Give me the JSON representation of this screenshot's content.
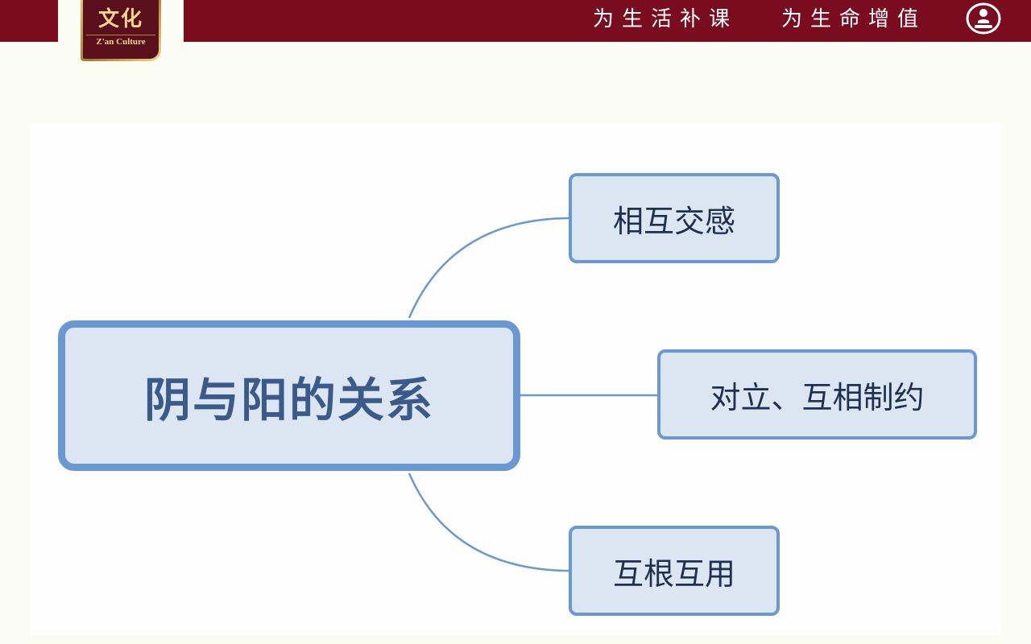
{
  "header": {
    "logo": {
      "text_cn": "文化",
      "text_en": "Z'an Culture"
    },
    "slogan_1": "为生活补课",
    "slogan_2": "为生命增值",
    "icon": "meditating-person-icon",
    "bar_color": "#790c1f"
  },
  "mindmap": {
    "root": "阴与阳的关系",
    "children": [
      {
        "label": "相互交感"
      },
      {
        "label": "对立、互相制约"
      },
      {
        "label": "互根互用"
      }
    ],
    "border_color": "#6a98d3",
    "fill_color": "#dce6f2"
  }
}
